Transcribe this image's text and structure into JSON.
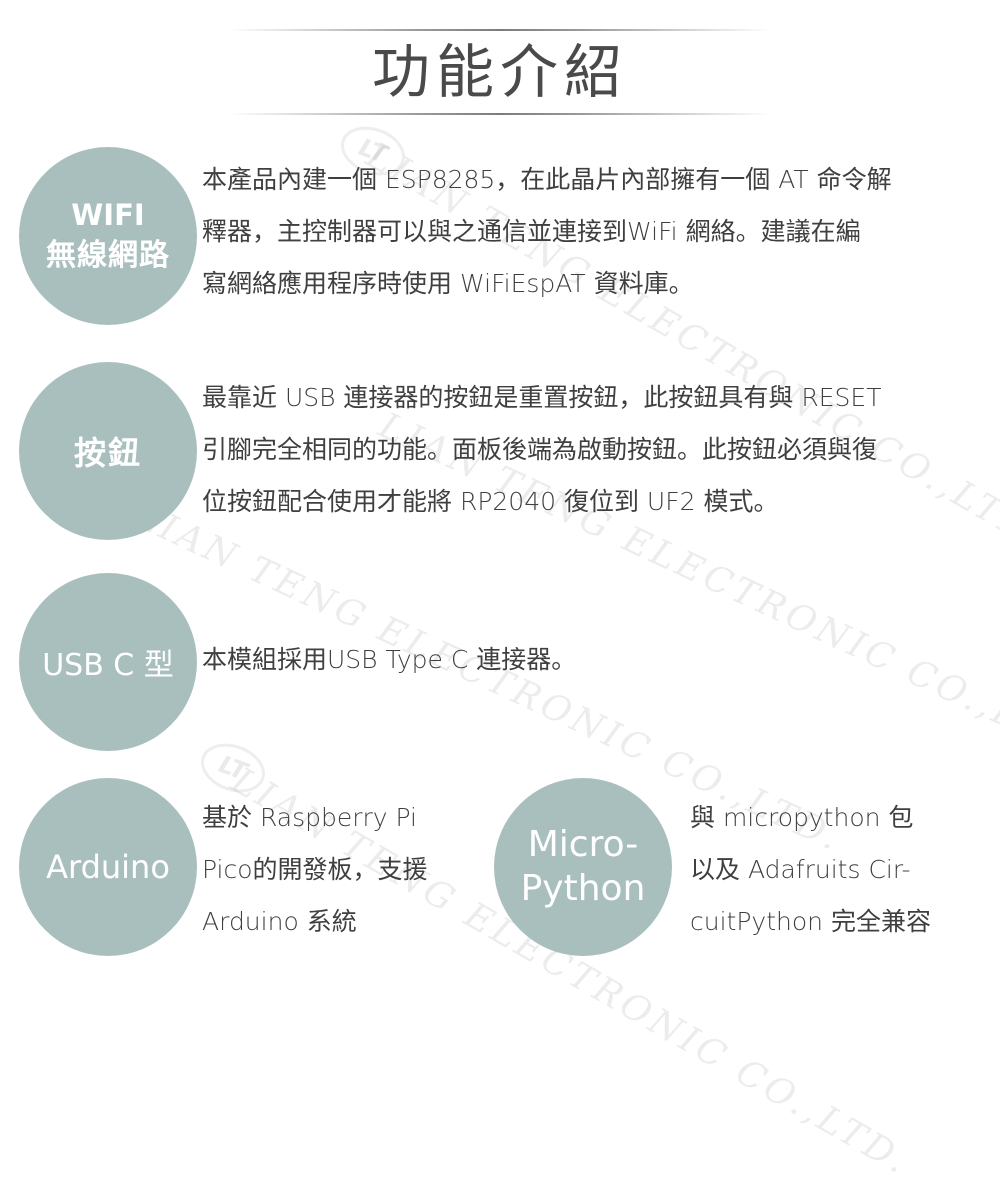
{
  "header": {
    "title": "功能介紹"
  },
  "colors": {
    "circle_fill": "#a9bfbe",
    "circle_text": "#ffffff",
    "body_text": "#3f3f3f",
    "title_text": "#4a4a4a"
  },
  "watermark": {
    "text": "LIAN TENG ELECTRONIC CO.,LTD.",
    "logo": "LT"
  },
  "features": [
    {
      "badge": [
        "WIFI",
        "無線網路"
      ],
      "description": [
        "本產品內建一個 ESP8285，在此晶片內部擁有一個 AT 命令解",
        "釋器，主控制器可以與之通信並連接到WiFi 網絡。建議在編",
        "寫網絡應用程序時使用 WiFiEspAT 資料庫。"
      ]
    },
    {
      "badge": [
        "按鈕"
      ],
      "description": [
        "最靠近 USB 連接器的按鈕是重置按鈕，此按鈕具有與 RESET",
        "引腳完全相同的功能。面板後端為啟動按鈕。此按鈕必須與復",
        "位按鈕配合使用才能將 RP2040 復位到 UF2 模式。"
      ]
    },
    {
      "badge": [
        "USB C 型"
      ],
      "description": [
        "本模組採用USB Type C 連接器。"
      ]
    },
    {
      "badge": [
        "Arduino"
      ],
      "description": [
        "基於 Raspberry Pi",
        "Pico的開發板，支援",
        "Arduino 系統"
      ]
    },
    {
      "badge": [
        "Micro-",
        "Python"
      ],
      "description": [
        "與 micropython 包",
        "以及 Adafruits Cir-",
        "cuitPython 完全兼容"
      ]
    }
  ]
}
